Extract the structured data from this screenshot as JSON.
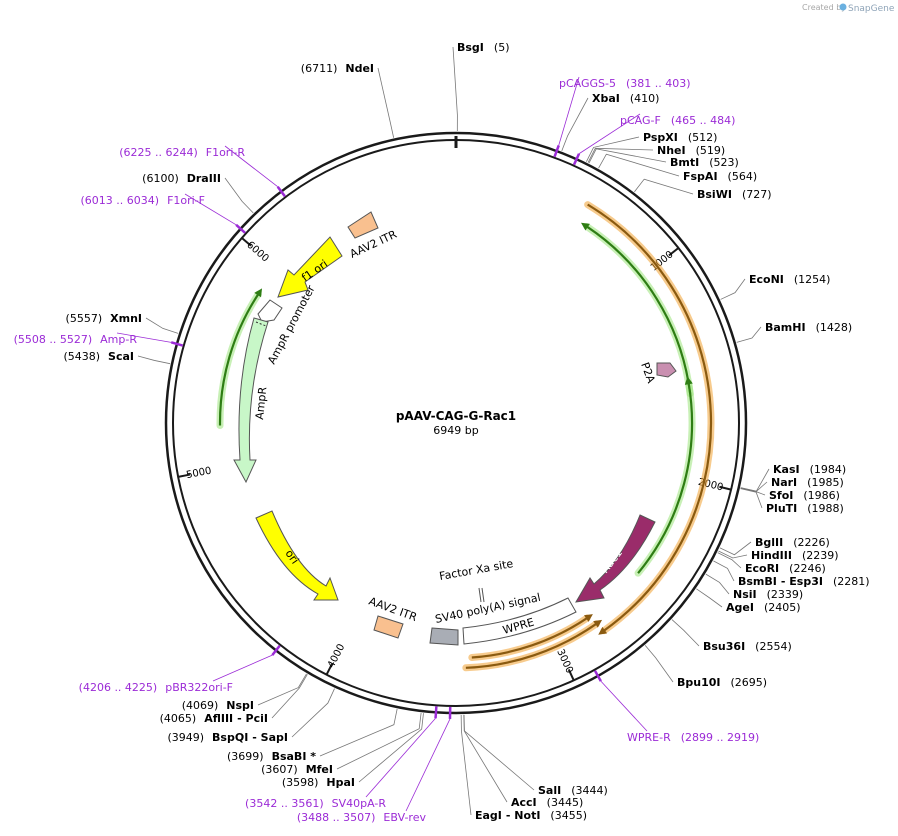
{
  "plasmid": {
    "name": "pAAV-CAG-G-Rac1",
    "size": "6949 bp",
    "total": 6949
  },
  "credit": {
    "created_by": "Created by",
    "brand": "SnapGene"
  },
  "ticks": [
    {
      "pos": 1000,
      "label": "1000"
    },
    {
      "pos": 2000,
      "label": "2000"
    },
    {
      "pos": 3000,
      "label": "3000"
    },
    {
      "pos": 4000,
      "label": "4000"
    },
    {
      "pos": 5000,
      "label": "5000"
    },
    {
      "pos": 6000,
      "label": "6000"
    }
  ],
  "sites": [
    {
      "name": "BsgI",
      "pos": "(5)",
      "bp": 5
    },
    {
      "name": "XbaI",
      "pos": "(410)",
      "bp": 410
    },
    {
      "name": "PspXI",
      "pos": "(512)",
      "bp": 512
    },
    {
      "name": "NheI",
      "pos": "(519)",
      "bp": 519
    },
    {
      "name": "BmtI",
      "pos": "(523)",
      "bp": 523
    },
    {
      "name": "FspAI",
      "pos": "(564)",
      "bp": 564
    },
    {
      "name": "BsiWI",
      "pos": "(727)",
      "bp": 727
    },
    {
      "name": "EcoNI",
      "pos": "(1254)",
      "bp": 1254
    },
    {
      "name": "BamHI",
      "pos": "(1428)",
      "bp": 1428
    },
    {
      "name": "KasI",
      "pos": "(1984)",
      "bp": 1984
    },
    {
      "name": "NarI",
      "pos": "(1985)",
      "bp": 1985
    },
    {
      "name": "SfoI",
      "pos": "(1986)",
      "bp": 1986
    },
    {
      "name": "PluTI",
      "pos": "(1988)",
      "bp": 1988
    },
    {
      "name": "BglII",
      "pos": "(2226)",
      "bp": 2226
    },
    {
      "name": "HindIII",
      "pos": "(2239)",
      "bp": 2239
    },
    {
      "name": "EcoRI",
      "pos": "(2246)",
      "bp": 2246
    },
    {
      "name": "BsmBI",
      "extra": "- Esp3I",
      "pos": "(2281)",
      "bp": 2281
    },
    {
      "name": "NsiI",
      "pos": "(2339)",
      "bp": 2339
    },
    {
      "name": "AgeI",
      "pos": "(2405)",
      "bp": 2405
    },
    {
      "name": "Bsu36I",
      "pos": "(2554)",
      "bp": 2554
    },
    {
      "name": "Bpu10I",
      "pos": "(2695)",
      "bp": 2695
    },
    {
      "name": "SalI",
      "pos": "(3444)",
      "bp": 3444
    },
    {
      "name": "AccI",
      "pos": "(3445)",
      "bp": 3445
    },
    {
      "name": "EagI",
      "extra": "- NotI",
      "pos": "(3455)",
      "bp": 3455
    },
    {
      "name": "HpaI",
      "pos": "(3598)",
      "bp": 3598
    },
    {
      "name": "MfeI",
      "pos": "(3607)",
      "bp": 3607
    },
    {
      "name": "BsaBI *",
      "pos": "(3699)",
      "bp": 3699
    },
    {
      "name": "BspQI",
      "extra": "- SapI",
      "pos": "(3949)",
      "bp": 3949
    },
    {
      "name": "AflIII",
      "extra": "- PciI",
      "pos": "(4065)",
      "bp": 4065
    },
    {
      "name": "NspI",
      "pos": "(4069)",
      "bp": 4069
    },
    {
      "name": "ScaI",
      "pos": "(5438)",
      "bp": 5438
    },
    {
      "name": "XmnI",
      "pos": "(5557)",
      "bp": 5557
    },
    {
      "name": "DraIII",
      "pos": "(6100)",
      "bp": 6100
    },
    {
      "name": "NdeI",
      "pos": "(6711)",
      "bp": 6711
    }
  ],
  "primers": [
    {
      "name": "pCAGGS-5",
      "range": "(381 .. 403)",
      "bp": 392
    },
    {
      "name": "pCAG-F",
      "range": "(465 .. 484)",
      "bp": 474
    },
    {
      "name": "WPRE-R",
      "range": "(2899 .. 2919)",
      "bp": 2909
    },
    {
      "name": "SV40pA-R",
      "range": "(3542 .. 3561)",
      "bp": 3551
    },
    {
      "name": "EBV-rev",
      "range": "(3488 .. 3507)",
      "bp": 3497
    },
    {
      "name": "pBR322ori-F",
      "range": "(4206 .. 4225)",
      "bp": 4215
    },
    {
      "name": "Amp-R",
      "range": "(5508 .. 5527)",
      "bp": 5517
    },
    {
      "name": "F1ori-F",
      "range": "(6013 .. 6034)",
      "bp": 6023
    },
    {
      "name": "F1ori-R",
      "range": "(6225 .. 6244)",
      "bp": 6234
    }
  ],
  "features": [
    {
      "name": "f1 ori",
      "label": "f1 ori",
      "color": "#ffff00"
    },
    {
      "name": "AAV2 ITR",
      "label": "AAV2 ITR",
      "color": "#f9c08f"
    },
    {
      "name": "AmpR promoter",
      "label": "AmpR promoter",
      "color": "#ffffff"
    },
    {
      "name": "AmpR",
      "label": "AmpR",
      "color": "#c8f7c8"
    },
    {
      "name": "ori",
      "label": "ori",
      "color": "#ffff00"
    },
    {
      "name": "AAV2 ITR 2",
      "label": "AAV2 ITR",
      "color": "#f9c08f"
    },
    {
      "name": "SV40 poly(A) signal",
      "label": "SV40 poly(A) signal",
      "color": "#a9adb5"
    },
    {
      "name": "WPRE",
      "label": "WPRE",
      "color": "#ffffff"
    },
    {
      "name": "Factor Xa site",
      "label": "Factor Xa site",
      "color": "#ffffff"
    },
    {
      "name": "Rac1",
      "label": "Rac1",
      "color": "#9a2c6a"
    },
    {
      "name": "P2A",
      "label": "P2A",
      "color": "#c98fb0"
    }
  ],
  "colors": {
    "primer": "#9b2bd6",
    "orf_green": "#3a9a1f",
    "orf_orange": "#f0a030",
    "backbone": "#1a1a1a"
  }
}
